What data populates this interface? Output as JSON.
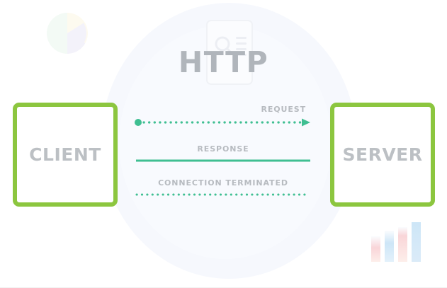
{
  "diagram": {
    "title": "HTTP",
    "nodes": {
      "client": {
        "label": "CLIENT"
      },
      "server": {
        "label": "SERVER"
      }
    },
    "flows": [
      {
        "id": "request",
        "label": "REQUEST",
        "style": "dotted",
        "direction": "client-to-server",
        "arrowhead": "right",
        "start_marker": "dot"
      },
      {
        "id": "response",
        "label": "RESPONSE",
        "style": "solid",
        "direction": "server-to-client",
        "arrowhead": "none",
        "start_marker": "none"
      },
      {
        "id": "terminated",
        "label": "CONNECTION TERMINATED",
        "style": "dotted",
        "direction": "none",
        "arrowhead": "none",
        "start_marker": "none"
      }
    ],
    "decorations": [
      {
        "name": "pie-chart-decoration",
        "position": "top-left"
      },
      {
        "name": "bar-chart-decoration",
        "position": "bottom-right"
      },
      {
        "name": "document-search-icon-decoration",
        "position": "top-center"
      }
    ]
  },
  "colors": {
    "node_border": "#8cc63f",
    "flow_line": "#3fbf92",
    "title_text": "#b0b5bb",
    "node_text": "#bcc0c4",
    "flow_label_text": "#b7bbc0",
    "background": "#ffffff",
    "backdrop_ellipse": "#f6f8fd"
  },
  "chart_data": [
    {
      "type": "pie",
      "title": "",
      "categories": [
        "slice-green",
        "slice-cream",
        "slice-lavender"
      ],
      "values": [
        50,
        15,
        35
      ],
      "colors": [
        "#eaf6ee",
        "#fdf6e2",
        "#ebe8f7"
      ],
      "legend": "none"
    },
    {
      "type": "bar",
      "title": "",
      "categories": [
        "bar-1",
        "bar-2",
        "bar-3",
        "bar-4"
      ],
      "values": [
        62,
        78,
        85,
        100
      ],
      "colors": [
        "#f9d5d8",
        "#cde6f7",
        "#f9d5d8",
        "#cde6f7"
      ],
      "xlabel": "",
      "ylabel": "",
      "ylim": [
        0,
        100
      ],
      "grid": false,
      "legend": "none"
    }
  ]
}
